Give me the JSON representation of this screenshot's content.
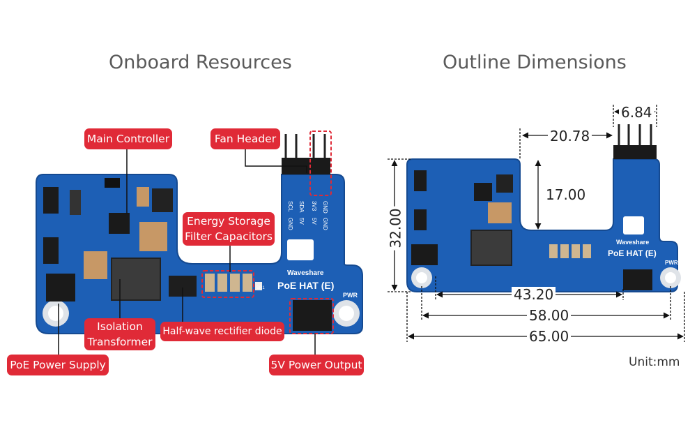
{
  "titles": {
    "left": "Onboard Resources",
    "right": "Outline Dimensions"
  },
  "callouts": {
    "main_controller": "Main Controller",
    "fan_header": "Fan Header",
    "energy_storage_1": "Energy Storage",
    "energy_storage_2": "Filter Capacitors",
    "isolation_1": "Isolation",
    "isolation_2": "Transformer",
    "rectifier": "Half-wave rectifier diode",
    "poe_supply": "PoE Power Supply",
    "power_output": "5V Power Output"
  },
  "board": {
    "brand": "Waveshare",
    "model": "PoE HAT (E)",
    "pwr": "PWR",
    "pins": [
      "SCL",
      "GND",
      "SDA",
      "5V",
      "3V3",
      "5V",
      "GND",
      "GND"
    ],
    "chip_marking": "SR1"
  },
  "dimensions": {
    "d1": "6.84",
    "d2": "20.78",
    "d3": "17.00",
    "d4": "32.00",
    "d5": "43.20",
    "d6": "58.00",
    "d7": "65.00",
    "unit": "Unit:mm"
  },
  "colors": {
    "callout": "#e02a37",
    "pcb": "#1d5fb5",
    "pcb_edge": "#154a91"
  }
}
